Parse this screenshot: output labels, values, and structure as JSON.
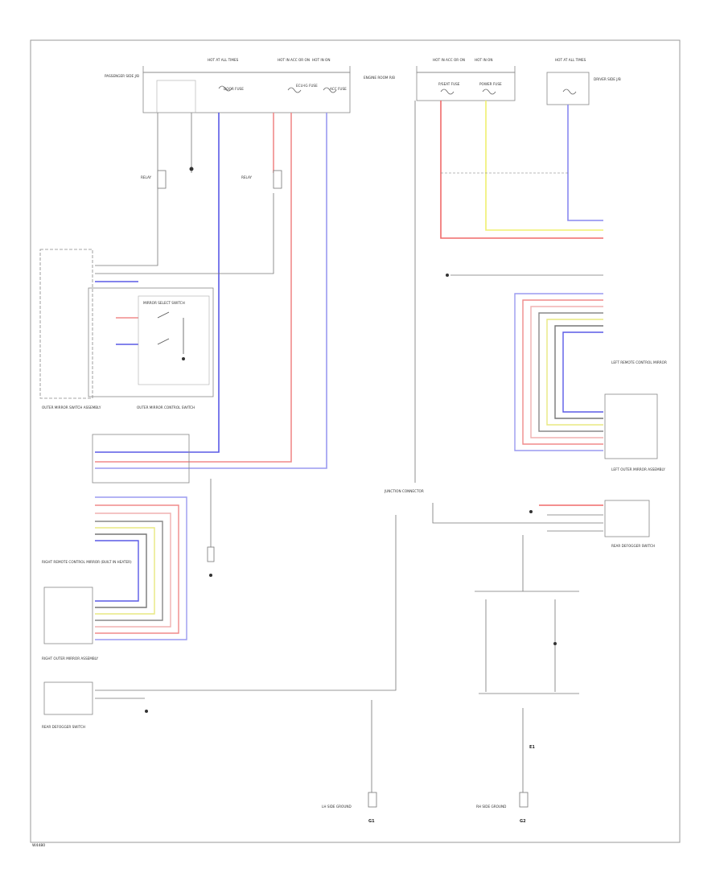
{
  "labels": {
    "top_hot1": "HOT AT ALL TIMES",
    "top_hot2": "HOT IN ACC OR ON",
    "top_hot3": "HOT IN ON",
    "top_hot4": "HOT IN ACC OR ON",
    "top_hot5": "HOT IN ON",
    "top_hot6": "HOT AT ALL TIMES",
    "passenger_fuse": "PASSENGER SIDE J/B",
    "fuse_door": "DOOR FUSE",
    "fuse_ecu": "ECU-IG FUSE",
    "fuse_acc": "ACC FUSE",
    "engine_room": "ENGINE ROOM R/B",
    "fuse_pwr": "P/SEAT FUSE",
    "fuse_pwr2": "POWER FUSE",
    "driver_fuse": "DRIVER SIDE J/B",
    "mirror_switch": "OUTER MIRROR SWITCH ASSEMBLY",
    "mirror_control": "OUTER MIRROR CONTROL SWITCH",
    "mirror_sel": "MIRROR SELECT SWITCH",
    "right_mirror": "RIGHT REMOTE CONTROL MIRROR (BUILT IN HEATER)",
    "right_motor": "RIGHT OUTER MIRROR ASSEMBLY",
    "left_mirror": "LEFT REMOTE CONTROL MIRROR",
    "left_motor": "LEFT OUTER MIRROR ASSEMBLY",
    "rear_switch_r": "REAR DEFOGGER SWITCH",
    "rear_switch_l": "REAR DEFOGGER SWITCH",
    "junction": "JUNCTION CONNECTOR",
    "ground_l": "LH SIDE GROUND",
    "ground_r": "RH SIDE GROUND",
    "grd_code1": "G1",
    "grd_code2": "G2",
    "grd_code3": "E1",
    "footer": "W4480"
  }
}
